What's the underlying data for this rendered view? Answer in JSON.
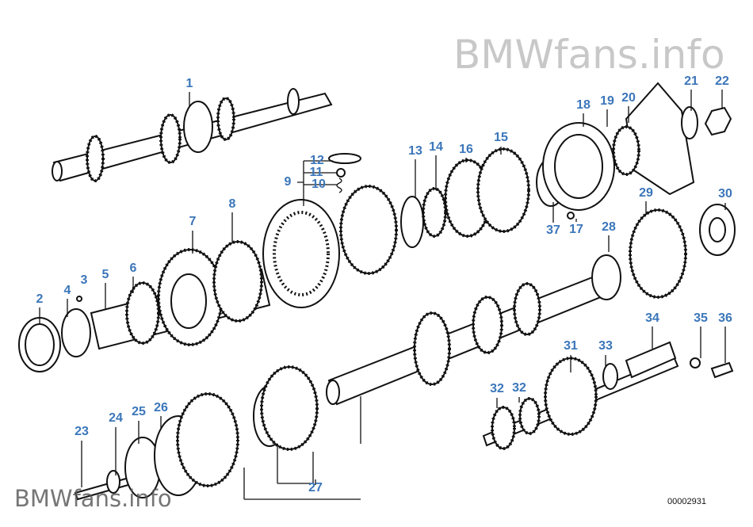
{
  "watermark_top": "BMWfans.info",
  "watermark_bottom": "BMWfans.info",
  "part_number": "00002931",
  "label_color": "#3b76b9",
  "callouts": [
    "1",
    "2",
    "3",
    "4",
    "5",
    "6",
    "7",
    "8",
    "9",
    "10",
    "11",
    "12",
    "13",
    "14",
    "15",
    "16",
    "17",
    "18",
    "19",
    "20",
    "21",
    "22",
    "23",
    "24",
    "25",
    "26",
    "27",
    "28",
    "29",
    "30",
    "31",
    "32",
    "32",
    "33",
    "34",
    "35",
    "36",
    "37"
  ]
}
